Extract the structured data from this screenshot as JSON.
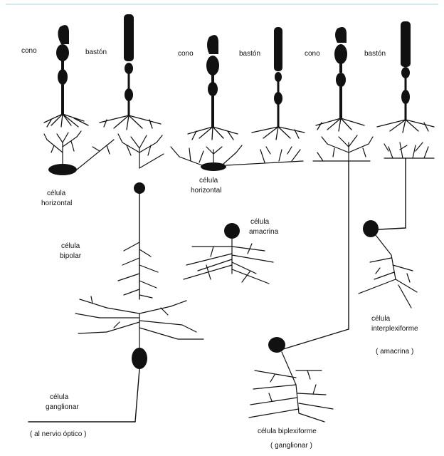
{
  "labels": {
    "cono_1": "cono",
    "baston_1": "bastón",
    "cono_2": "cono",
    "baston_2": "bastón",
    "cono_3": "cono",
    "baston_3": "bastón",
    "horizontal_1_line1": "célula",
    "horizontal_1_line2": "horizontal",
    "horizontal_2_line1": "célula",
    "horizontal_2_line2": "horizontal",
    "bipolar_line1": "célula",
    "bipolar_line2": "bipolar",
    "amacrina_line1": "célula",
    "amacrina_line2": "amacrina",
    "interplex_line1": "célula",
    "interplex_line2": "interplexiforme",
    "interplex_line3": "( amacrina )",
    "ganglionar_line1": "célula",
    "ganglionar_line2": "ganglionar",
    "optic_nerve": "( al nervio óptico )",
    "biplex_line1": "célula biplexiforme",
    "biplex_line2": "( ganglionar )"
  },
  "colors": {
    "ink": "#111111",
    "background": "#ffffff",
    "top_rule": "#a9d6e5"
  }
}
